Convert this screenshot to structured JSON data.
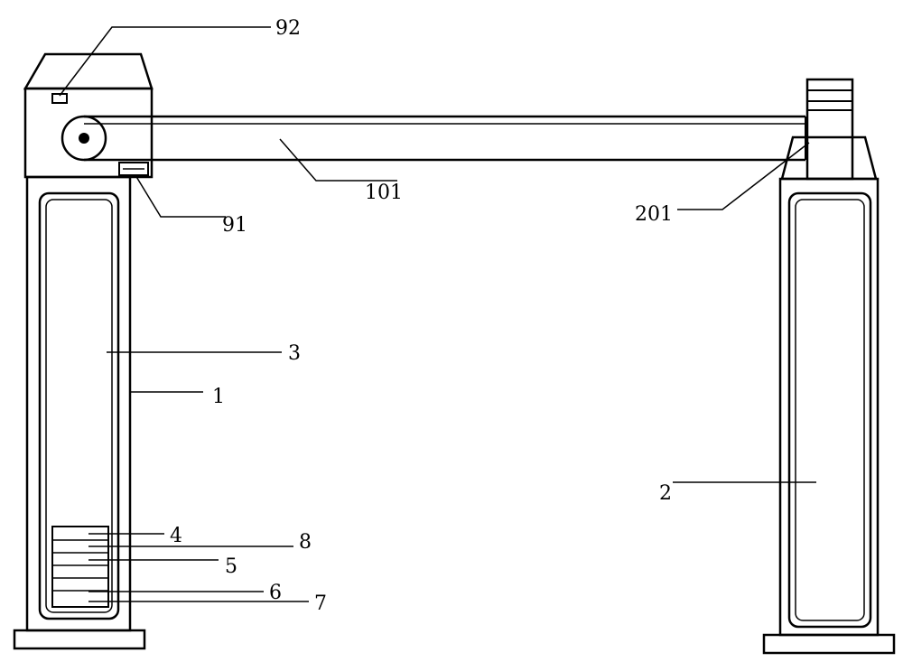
{
  "labels": {
    "l92": "92",
    "l101": "101",
    "l91": "91",
    "l201": "201",
    "l3": "3",
    "l1": "1",
    "l2": "2",
    "l4": "4",
    "l8": "8",
    "l5": "5",
    "l6": "6",
    "l7": "7"
  }
}
